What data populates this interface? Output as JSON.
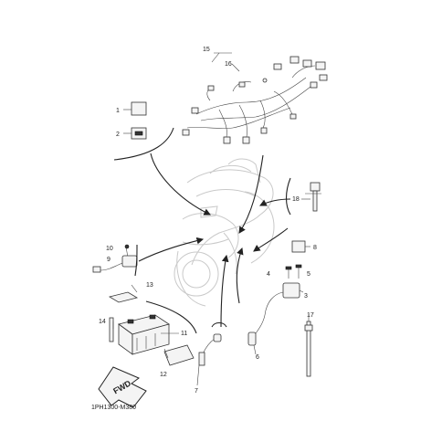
{
  "diagram": {
    "callouts": [
      "1",
      "2",
      "3",
      "4",
      "5",
      "6",
      "7",
      "8",
      "9",
      "10",
      "11",
      "12",
      "13",
      "14",
      "15",
      "16",
      "17",
      "18"
    ],
    "code": "1PH1300-M380",
    "fwd_label": "FWD"
  },
  "colors": {
    "ink": "#222222",
    "ghost": "#c9c9c9",
    "paper": "#ffffff"
  }
}
